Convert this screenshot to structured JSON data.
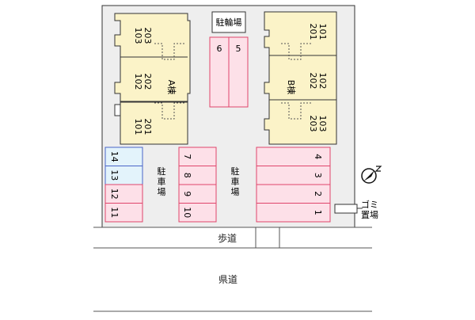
{
  "buildings": {
    "a": {
      "label": "A棟",
      "units": [
        {
          "floor2": "203",
          "floor1": "103"
        },
        {
          "floor2": "202",
          "floor1": "102"
        },
        {
          "floor2": "201",
          "floor1": "101"
        }
      ]
    },
    "b": {
      "label": "B棟",
      "units": [
        {
          "floor2": "201",
          "floor1": "101"
        },
        {
          "floor2": "202",
          "floor1": "102"
        },
        {
          "floor2": "203",
          "floor1": "103"
        }
      ]
    }
  },
  "bicycle_parking": {
    "label": "駐輪場",
    "slots": [
      "6",
      "5"
    ]
  },
  "parking": {
    "label": "駐車場",
    "far_left": [
      "14",
      "13",
      "12",
      "11"
    ],
    "middle": [
      "7",
      "8",
      "9",
      "10"
    ],
    "right": [
      "4",
      "3",
      "2",
      "1"
    ]
  },
  "garbage": {
    "label_line1": "ゴミ",
    "label_line2": "置場"
  },
  "roads": {
    "sidewalk": "歩道",
    "prefectural_road": "県道"
  },
  "colors": {
    "building_fill": "#fbf3c8",
    "parking_fill": "#fde0e8",
    "parking_stroke": "#e0456b",
    "blue_fill": "#e3f3fb",
    "blue_stroke": "#4a64c8",
    "lot_fill": "#eeeeee"
  }
}
